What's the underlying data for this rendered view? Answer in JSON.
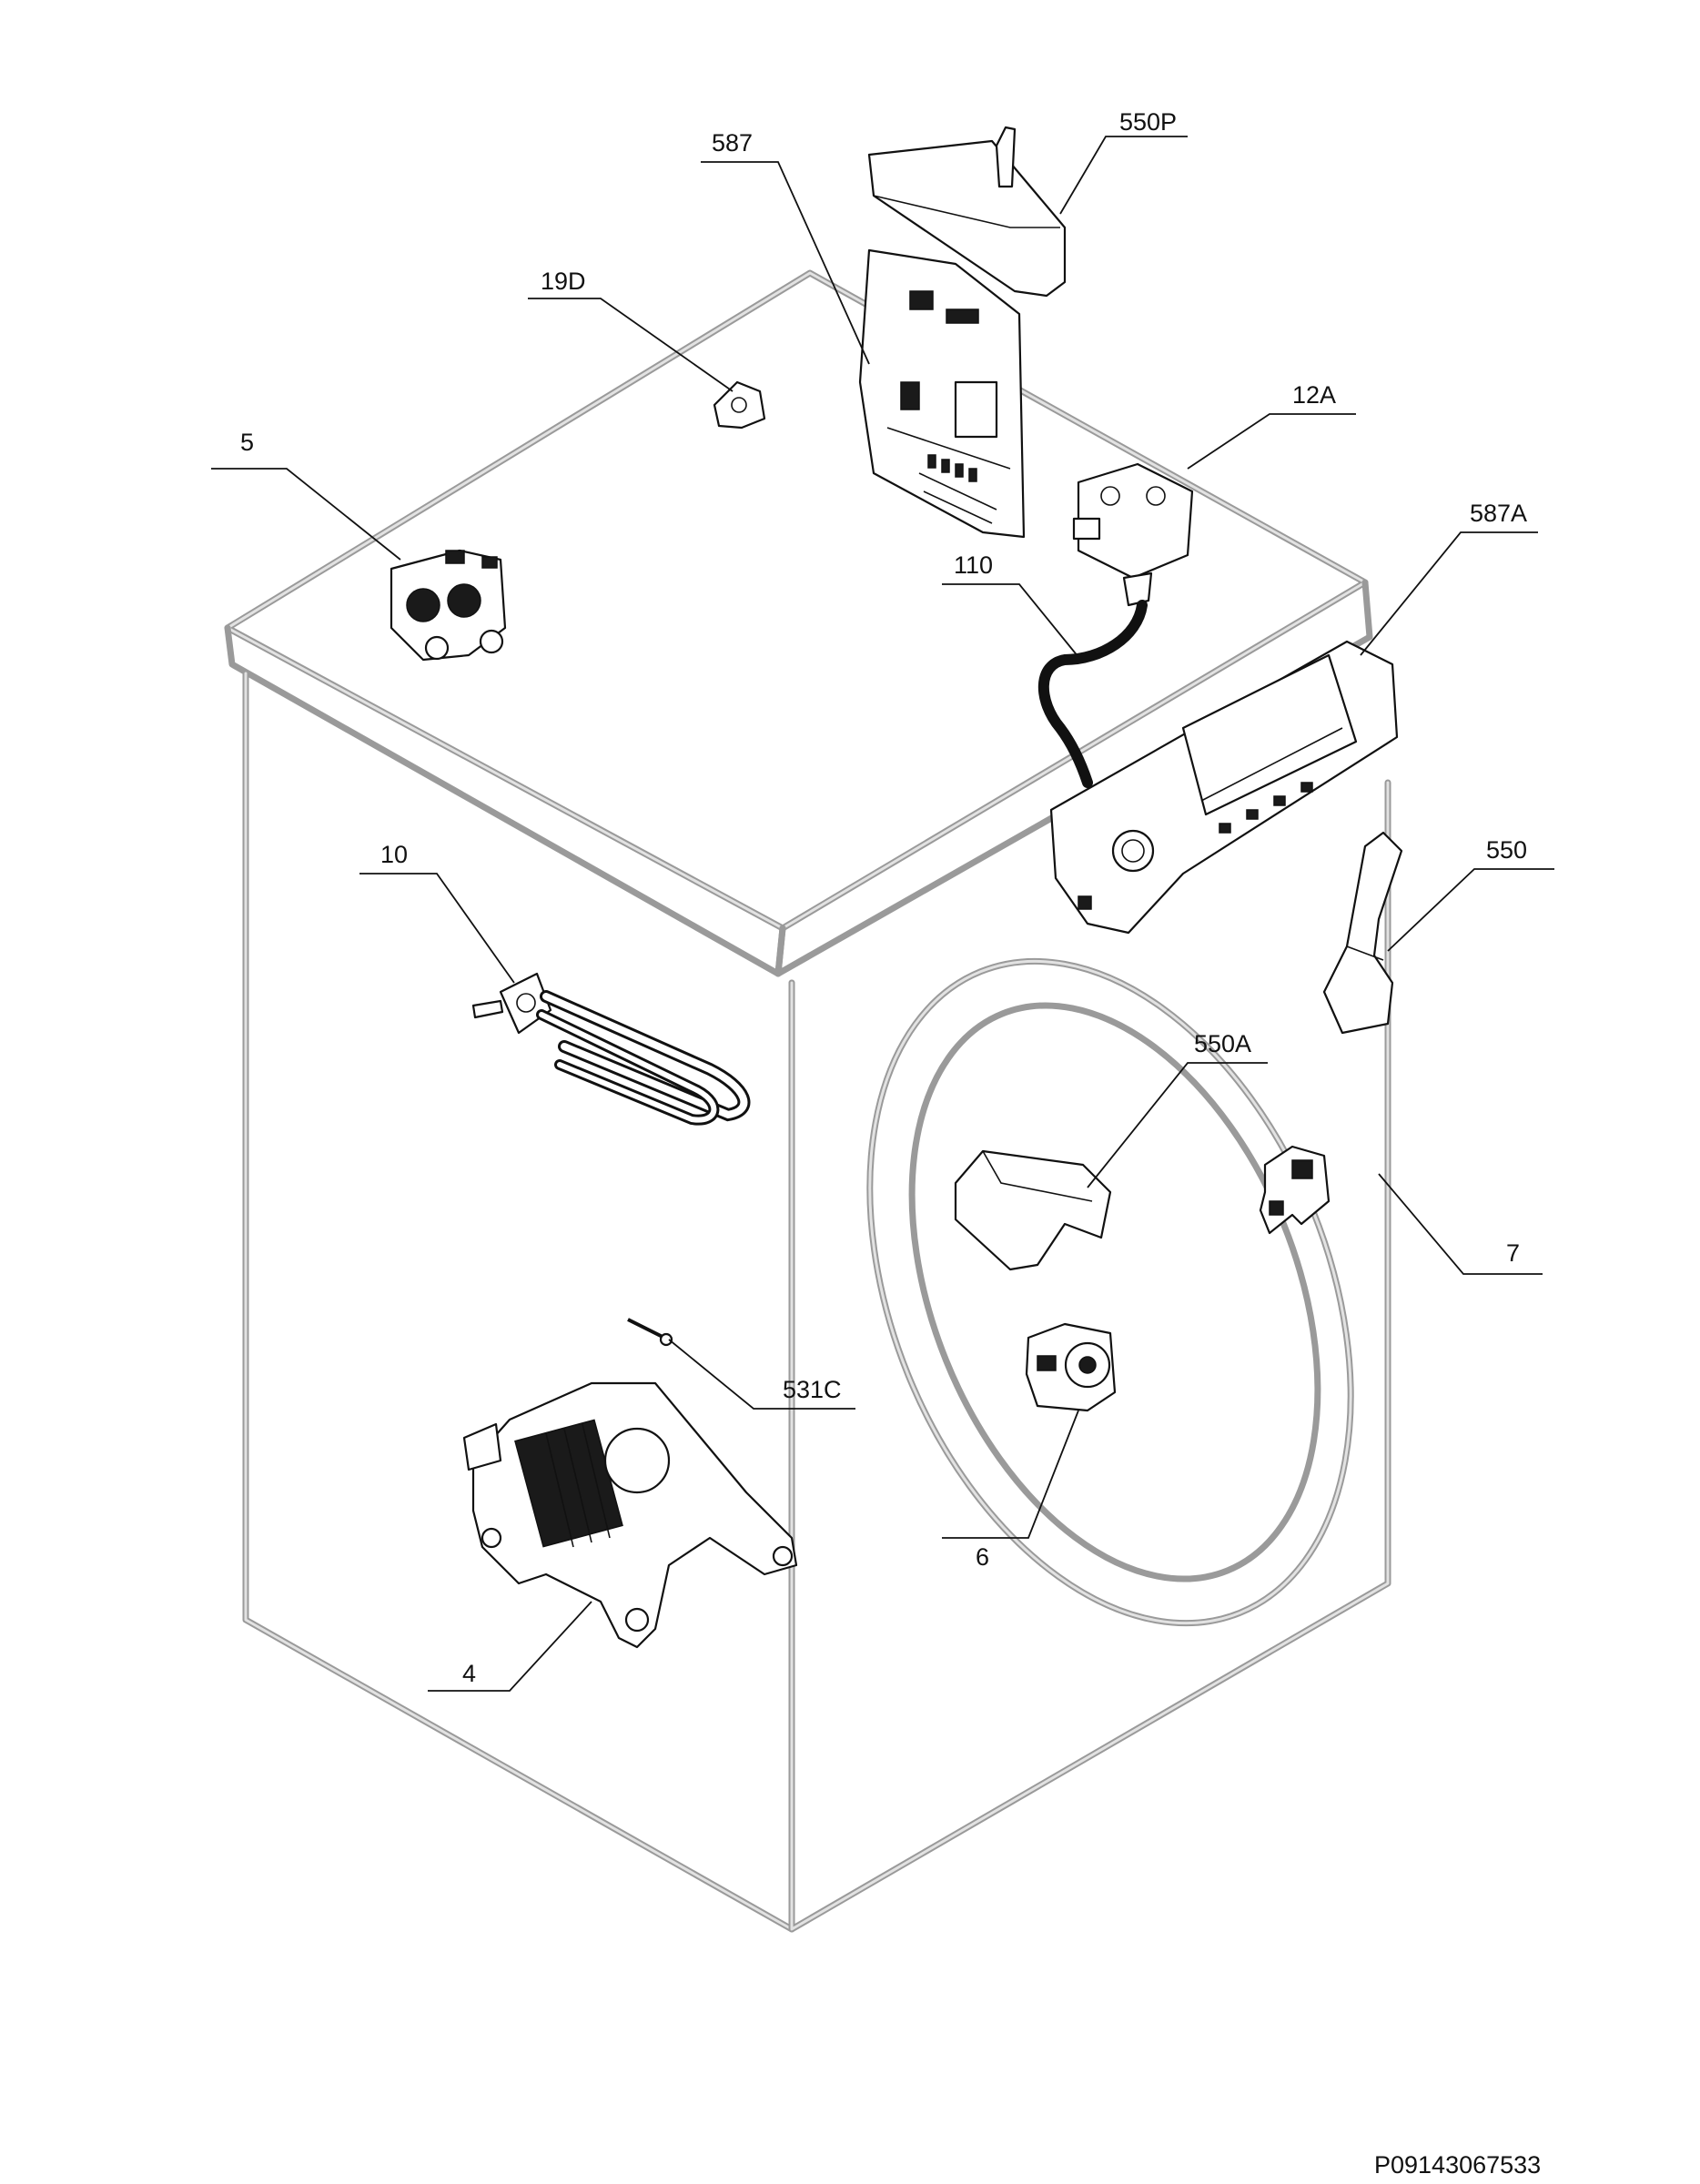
{
  "diagram": {
    "reference_code": "P09143067533",
    "callouts": [
      {
        "id": "587",
        "label": "587"
      },
      {
        "id": "550P",
        "label": "550P"
      },
      {
        "id": "19D",
        "label": "19D"
      },
      {
        "id": "12A",
        "label": "12A"
      },
      {
        "id": "5",
        "label": "5"
      },
      {
        "id": "587A",
        "label": "587A"
      },
      {
        "id": "110",
        "label": "110"
      },
      {
        "id": "10",
        "label": "10"
      },
      {
        "id": "550",
        "label": "550"
      },
      {
        "id": "550A",
        "label": "550A"
      },
      {
        "id": "7",
        "label": "7"
      },
      {
        "id": "531C",
        "label": "531C"
      },
      {
        "id": "6",
        "label": "6"
      },
      {
        "id": "4",
        "label": "4"
      }
    ]
  }
}
